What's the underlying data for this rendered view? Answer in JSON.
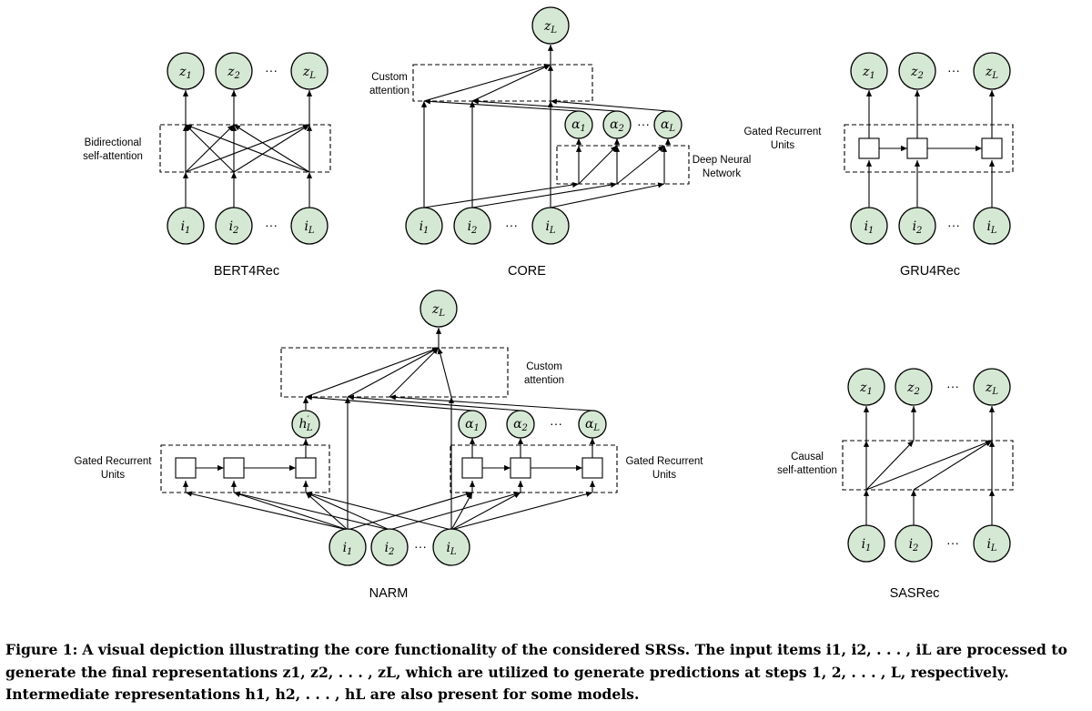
{
  "models": {
    "bert4rec": {
      "title": "BERT4Rec",
      "box_label": [
        "Bidirectional",
        "self-attention"
      ],
      "outputs": [
        "z1",
        "z2",
        "zL"
      ],
      "inputs": [
        "i1",
        "i2",
        "iL"
      ]
    },
    "core": {
      "title": "CORE",
      "attention_label": [
        "Custom",
        "attention"
      ],
      "dnn_label": [
        "Deep Neural",
        "Network"
      ],
      "output": "zL",
      "weights": [
        "α1",
        "α2",
        "αL"
      ],
      "inputs": [
        "i1",
        "i2",
        "iL"
      ]
    },
    "gru4rec": {
      "title": "GRU4Rec",
      "box_label": [
        "Gated Recurrent",
        "Units"
      ],
      "outputs": [
        "z1",
        "z2",
        "zL"
      ],
      "inputs": [
        "i1",
        "i2",
        "iL"
      ]
    },
    "narm": {
      "title": "NARM",
      "attention_label": [
        "Custom",
        "attention"
      ],
      "left_gru_label": [
        "Gated Recurrent",
        "Units"
      ],
      "right_gru_label": [
        "Gated Recurrent",
        "Units"
      ],
      "output": "zL",
      "hidden": "h'L",
      "weights": [
        "α1",
        "α2",
        "αL"
      ],
      "inputs": [
        "i1",
        "i2",
        "iL"
      ]
    },
    "sasrec": {
      "title": "SASRec",
      "box_label": [
        "Causal",
        "self-attention"
      ],
      "outputs": [
        "z1",
        "z2",
        "zL"
      ],
      "inputs": [
        "i1",
        "i2",
        "iL"
      ]
    }
  },
  "ellipsis": "···",
  "caption": {
    "label": "Figure 1:",
    "text": "A visual depiction illustrating the core functionality of the considered SRSs. The input items i1, i2, . . . , iL are processed to generate the final representations z1, z2, . . . , zL, which are utilized to generate predictions at steps 1, 2, . . . , L, respectively. Intermediate representations h1, h2, . . . , hL are also present for some models."
  }
}
